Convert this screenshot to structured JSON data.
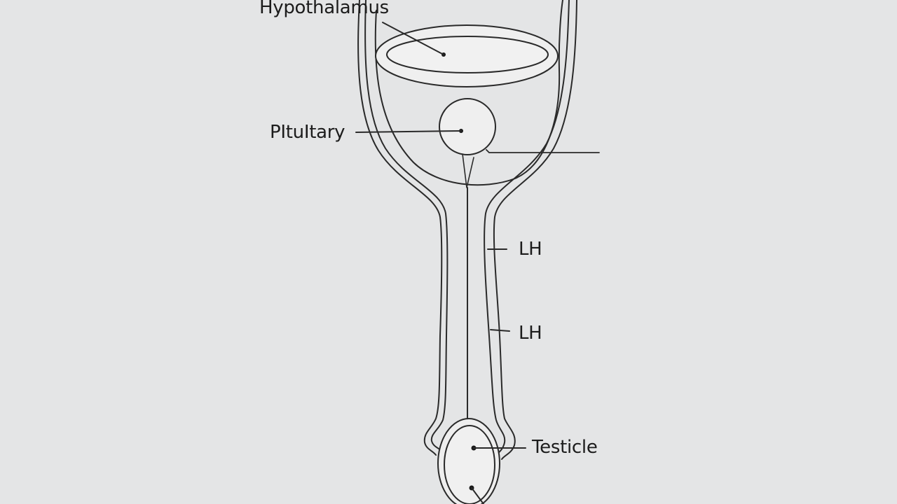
{
  "diagram": {
    "type": "anatomical line-art",
    "subject": "Hypothalamic-pituitary-gonadal axis",
    "background_color": "#e4e5e6",
    "line_color": "#2a2a2a",
    "fill_color": "#efefef",
    "labels": {
      "hypothalamus": "Hypothalamus",
      "pituitary": "PItuItary",
      "lh_upper": "LH",
      "lh_lower": "LH",
      "testicle": "Testicle"
    }
  }
}
